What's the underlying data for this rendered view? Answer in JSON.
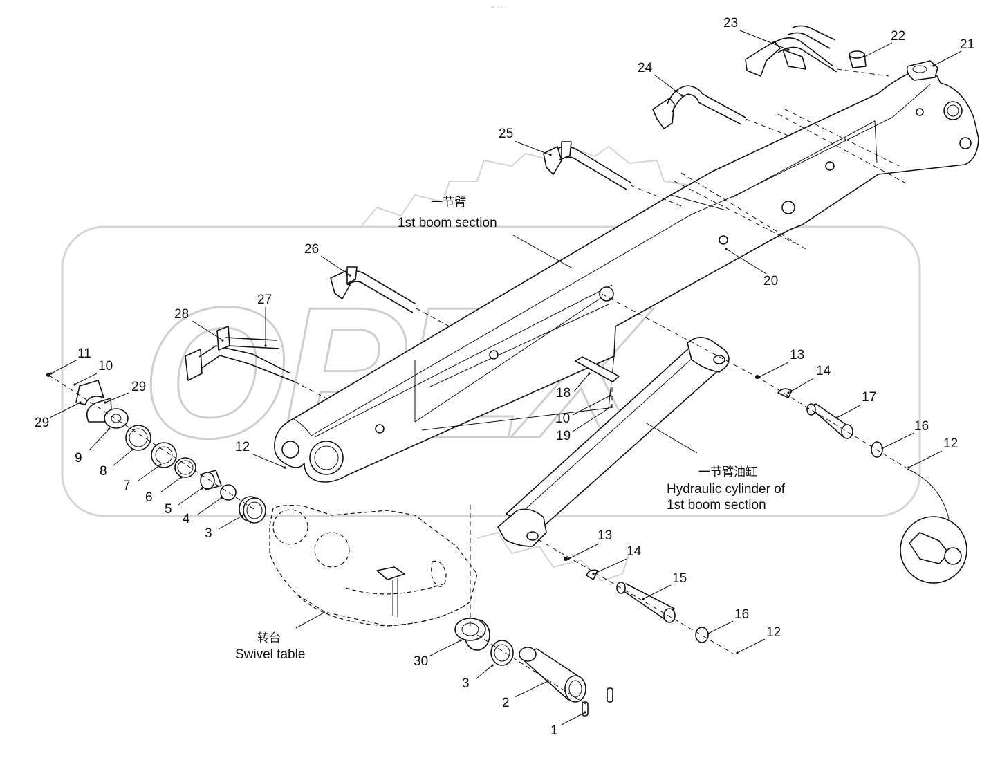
{
  "header": {
    "mark": "⌁ ◦◦◦"
  },
  "watermark": {
    "text": "OPEX"
  },
  "captions": {
    "boom_cn": "一节臂",
    "boom_en": "1st boom section",
    "cyl_cn": "一节臂油缸",
    "cyl_en1": "Hydraulic cylinder of",
    "cyl_en2": "1st boom section",
    "swivel_cn": "转台",
    "swivel_en": "Swivel table"
  },
  "callouts": [
    {
      "label": "1"
    },
    {
      "label": "2"
    },
    {
      "label": "3"
    },
    {
      "label": "30"
    },
    {
      "label": "3"
    },
    {
      "label": "4"
    },
    {
      "label": "5"
    },
    {
      "label": "6"
    },
    {
      "label": "7"
    },
    {
      "label": "8"
    },
    {
      "label": "9"
    },
    {
      "label": "29"
    },
    {
      "label": "29"
    },
    {
      "label": "10"
    },
    {
      "label": "11"
    },
    {
      "label": "12"
    },
    {
      "label": "28"
    },
    {
      "label": "27"
    },
    {
      "label": "26"
    },
    {
      "label": "25"
    },
    {
      "label": "24"
    },
    {
      "label": "23"
    },
    {
      "label": "22"
    },
    {
      "label": "21"
    },
    {
      "label": "20"
    },
    {
      "label": "18"
    },
    {
      "label": "10"
    },
    {
      "label": "19"
    },
    {
      "label": "13"
    },
    {
      "label": "14"
    },
    {
      "label": "17"
    },
    {
      "label": "16"
    },
    {
      "label": "12"
    },
    {
      "label": "13"
    },
    {
      "label": "14"
    },
    {
      "label": "15"
    },
    {
      "label": "16"
    },
    {
      "label": "12"
    }
  ]
}
